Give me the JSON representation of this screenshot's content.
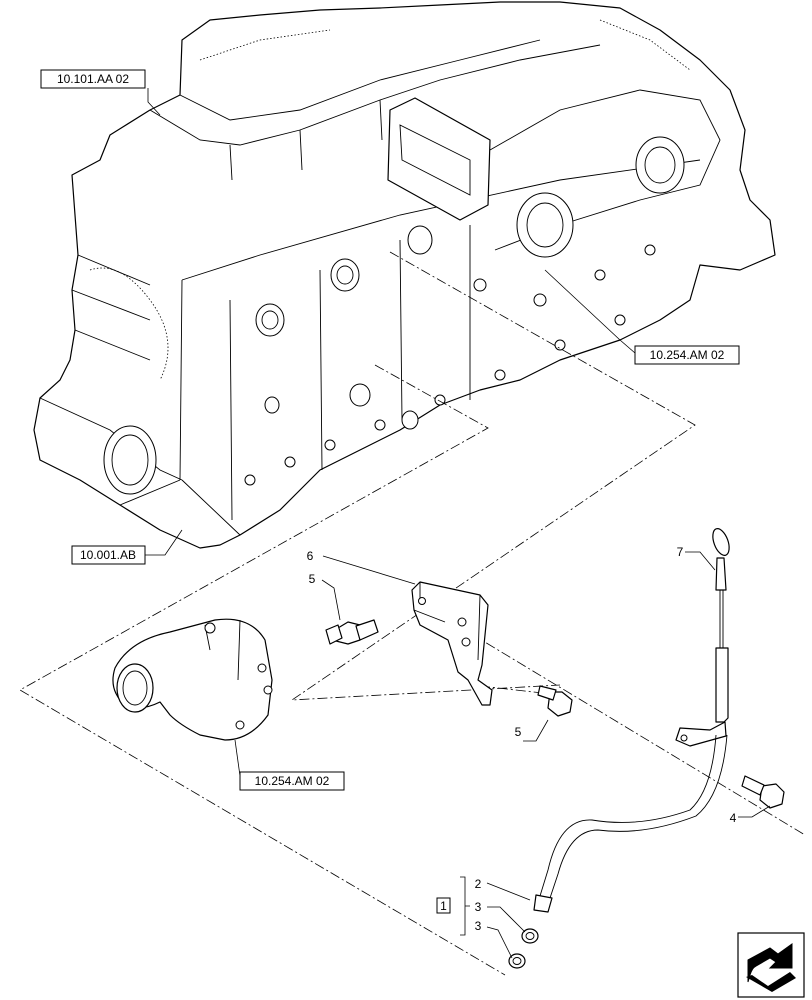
{
  "references": {
    "engine_top": "10.101.AA 02",
    "engine_side": "10.254.AM 02",
    "engine_block": "10.001.AB",
    "elbow": "10.254.AM 02"
  },
  "callouts": {
    "dipstick": "7",
    "bracket": "6",
    "bracket_bolt_upper": "5",
    "bracket_bolt_lower": "5",
    "tube_bolt": "4",
    "tube": "2",
    "ring_upper": "3",
    "ring_lower": "3",
    "kit_box": "1"
  },
  "nav_icon": "next-page-arrow-icon"
}
